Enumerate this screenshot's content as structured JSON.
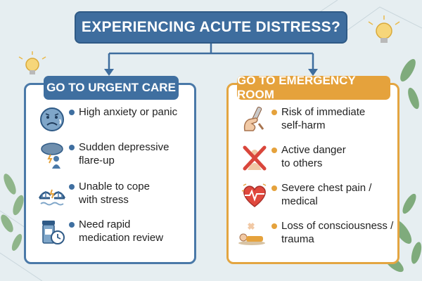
{
  "title": "EXPERIENCING ACUTE DISTRESS?",
  "left": {
    "header": "GO TO URGENT CARE",
    "items": [
      {
        "lines": [
          "High anxiety or panic"
        ],
        "icon": "anxious-face-icon"
      },
      {
        "lines": [
          "Sudden depressive",
          "flare-up"
        ],
        "icon": "storm-cloud-person-icon"
      },
      {
        "lines": [
          "Unable to cope",
          "with stress"
        ],
        "icon": "broken-bridge-icon"
      },
      {
        "lines": [
          "Need rapid",
          "medication review"
        ],
        "icon": "pill-bottle-clock-icon"
      }
    ]
  },
  "right": {
    "header": "GO TO EMERGENCY ROOM",
    "items": [
      {
        "lines": [
          "Risk of immediate",
          "self-harm"
        ],
        "icon": "hand-blade-icon"
      },
      {
        "lines": [
          "Active danger",
          "to others"
        ],
        "icon": "x-person-icon"
      },
      {
        "lines": [
          "Severe chest pain /",
          "medical"
        ],
        "icon": "heart-ecg-icon"
      },
      {
        "lines": [
          "Loss of consciousness /",
          "trauma"
        ],
        "icon": "lying-person-bandage-icon"
      }
    ]
  },
  "colors": {
    "title_bg": "#3e6d9e",
    "left_accent": "#3f6fa0",
    "right_accent": "#e5a23c",
    "background": "#e6eef1"
  }
}
